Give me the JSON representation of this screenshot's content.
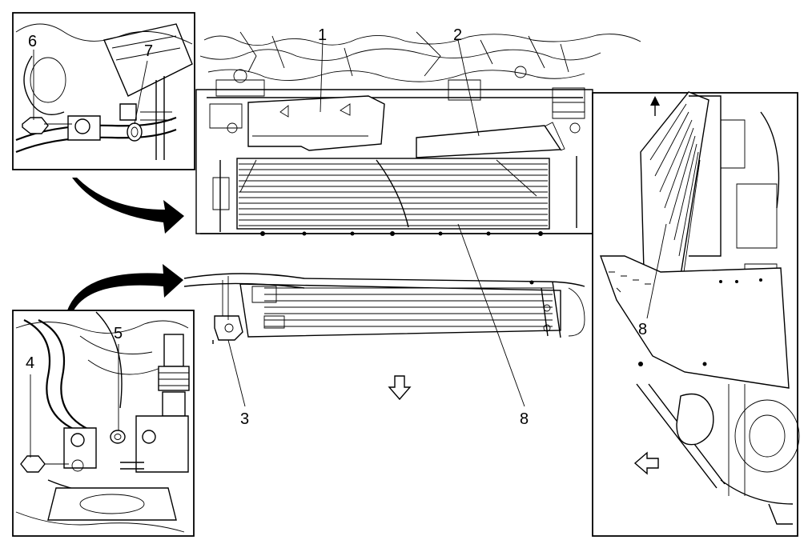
{
  "callouts": [
    {
      "id": "c1",
      "label": "1"
    },
    {
      "id": "c2",
      "label": "2"
    },
    {
      "id": "c3",
      "label": "3"
    },
    {
      "id": "c4",
      "label": "4"
    },
    {
      "id": "c5",
      "label": "5"
    },
    {
      "id": "c6",
      "label": "6"
    },
    {
      "id": "c7",
      "label": "7"
    },
    {
      "id": "c8a",
      "label": "8"
    },
    {
      "id": "c8b",
      "label": "8"
    }
  ]
}
